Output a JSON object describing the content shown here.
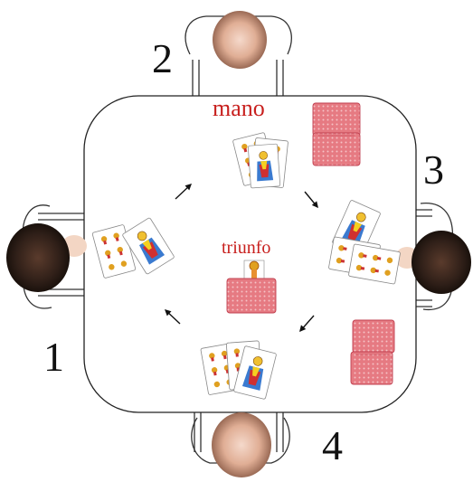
{
  "labels": {
    "mano": "mano",
    "triunfo": "triunfo"
  },
  "players": [
    {
      "number": "1",
      "seat": "left"
    },
    {
      "number": "2",
      "seat": "top"
    },
    {
      "number": "3",
      "seat": "right"
    },
    {
      "number": "4",
      "seat": "bottom"
    }
  ],
  "colors": {
    "label_red": "#c8201e",
    "card_back": "#e0606a",
    "card_back_light": "#f3a7ad",
    "table_stroke": "#222222",
    "hair_dark": "#2b1d16",
    "hair_light": "#d9a88d"
  },
  "icons": {
    "player_head": "head-icon",
    "chair": "chair-icon",
    "card": "card-icon",
    "card_back": "card-back-icon",
    "arrow": "arrow-icon"
  }
}
